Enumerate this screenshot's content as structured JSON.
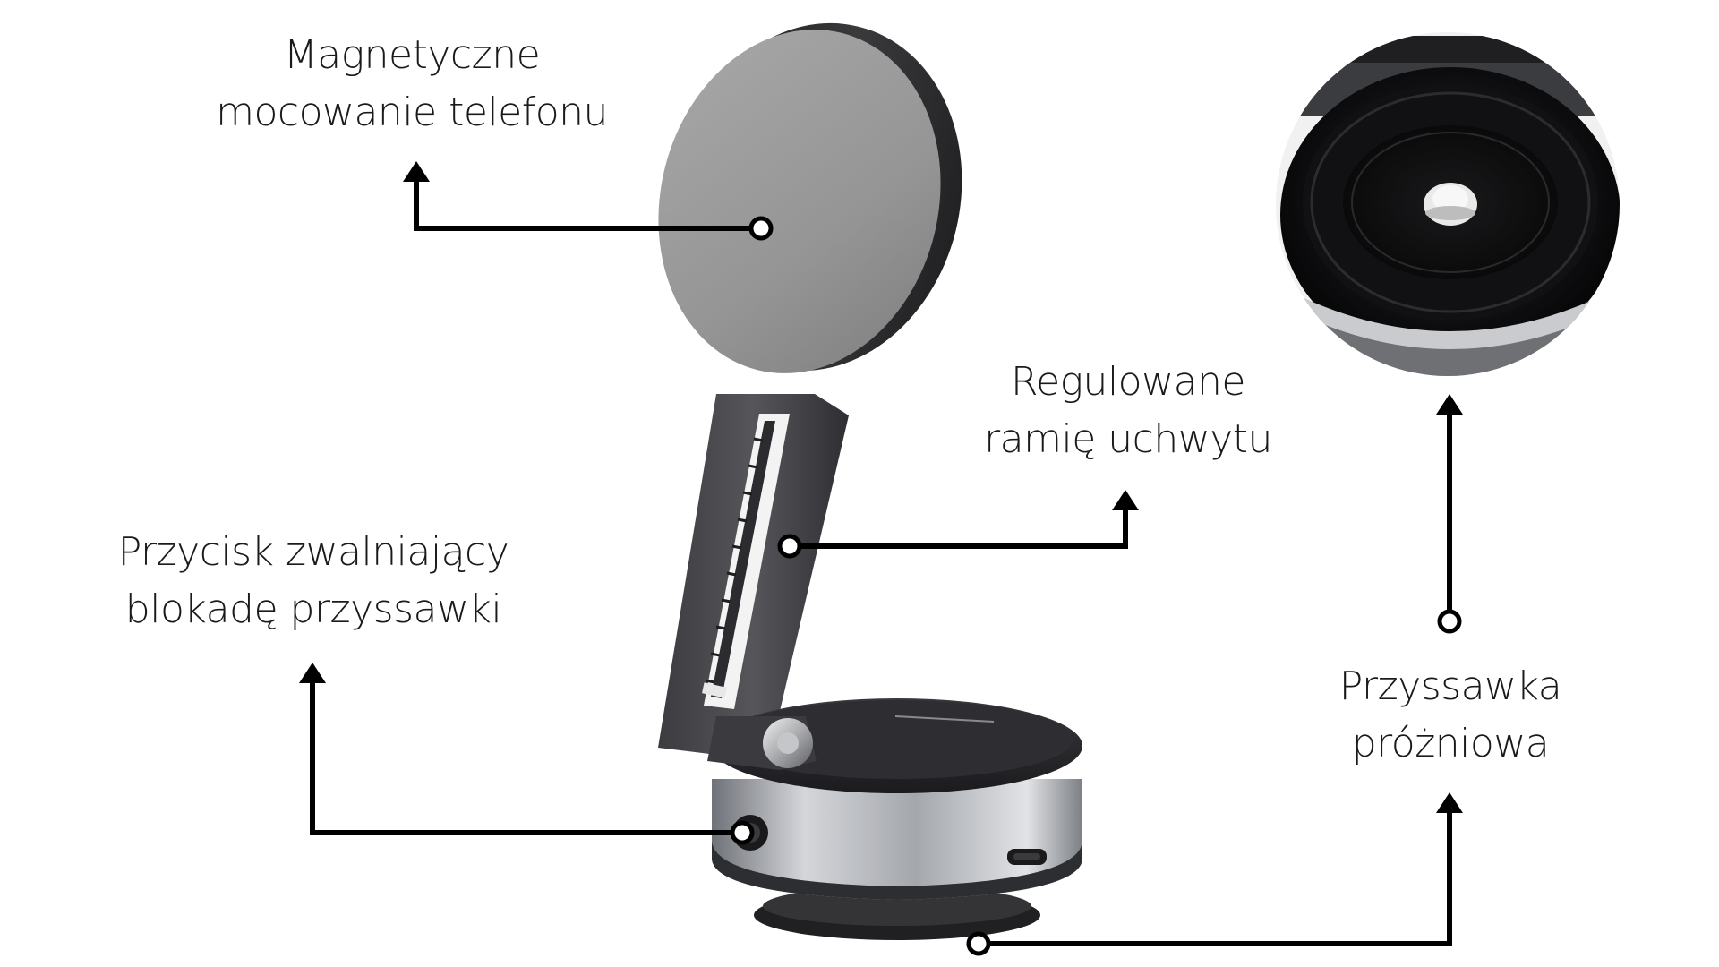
{
  "labels": {
    "magnetic_mount": {
      "line1": "Magnetyczne",
      "line2": "mocowanie telefonu"
    },
    "adjustable_arm": {
      "line1": "Regulowane",
      "line2": "ramię uchwytu"
    },
    "release_button": {
      "line1": "Przycisk zwalniający",
      "line2": "blokadę przyssawki"
    },
    "vacuum_cup": {
      "line1": "Przyssawka",
      "line2": "próżniowa"
    }
  },
  "colors": {
    "background": "#ffffff",
    "text": "#1a1a1a",
    "callout": "#000000",
    "magnet_face": "#9a9a9a",
    "body_dark": "#2b2b2e",
    "metal": "#b9bcc0"
  },
  "icons": {
    "callout_endpoint": "ring-dot",
    "callout_tip": "arrowhead"
  }
}
